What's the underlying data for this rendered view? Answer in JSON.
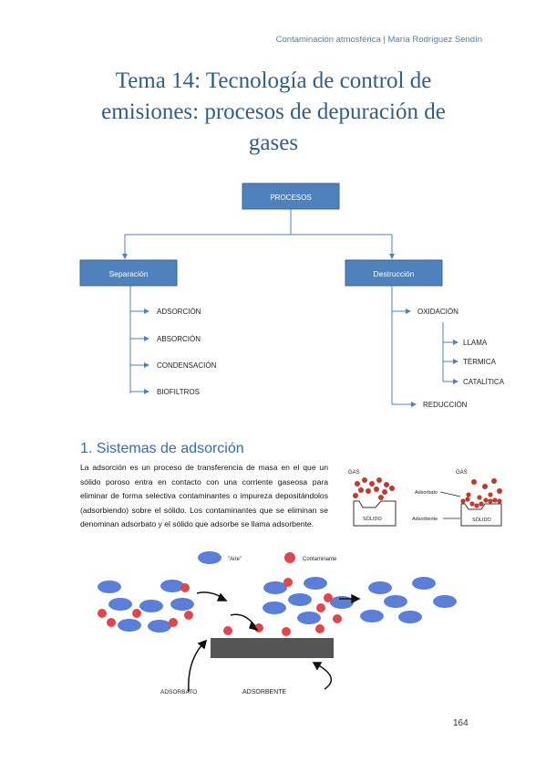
{
  "header": {
    "text": "Contaminación atmosférica | María Rodríguez Sendín"
  },
  "title": {
    "lines": [
      "Tema 14: Tecnología de control de",
      "emisiones: procesos de depuración de",
      "gases"
    ]
  },
  "diagram": {
    "root": "PROCESOS",
    "left": {
      "label": "Separación",
      "items": [
        "ADSORCIÓN",
        "ABSORCIÓN",
        "CONDENSACIÓN",
        "BIOFILTROS"
      ]
    },
    "right": {
      "label": "Destrucción",
      "items": [
        "OXIDACIÓN",
        "REDUCCIÓN"
      ],
      "subitems": [
        "LLAMA",
        "TÉRMICA",
        "CATALÍTICA"
      ]
    },
    "colors": {
      "box": "#4f81bd",
      "box_border": "#3a6596",
      "line": "#4f81bd"
    }
  },
  "section": {
    "title": "1. Sistemas de adsorción",
    "paragraph": "La adsorción es un proceso de transferencia de masa en el que un sólido poroso entra en contacto con una corriente gaseosa para eliminar de forma selectiva contaminantes o impureza depositándolos (adsorbiendo) sobre el sólido. Los contaminantes que se eliminan se denominan adsorbato y el sólido que adsorbe se llama adsorbente."
  },
  "figure_small": {
    "gas_label_1": "GAS",
    "gas_label_2": "GAS",
    "solid_label_1": "SÓLIDO",
    "solid_label_2": "SÓLIDO",
    "adsorbato_label": "Adsorbato",
    "adsorbente_label": "Adsorbente"
  },
  "figure_large": {
    "legend_aire": "\"Aire\"",
    "legend_contaminante": "Contaminante",
    "label_adsorbato": "ADSORBATO",
    "label_adsorbente": "ADSORBENTE",
    "colors": {
      "air": "#5b7fd8",
      "contaminant": "#e0474c",
      "solid": "#555555"
    }
  },
  "page": {
    "number": "164"
  }
}
